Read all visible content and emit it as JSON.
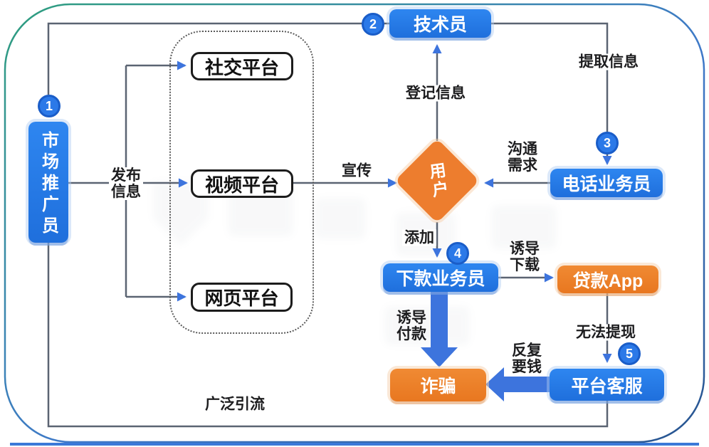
{
  "diagram": {
    "title_hint": "loan-fraud-flowchart",
    "nodes": {
      "market_promoter": {
        "label": "市场推广员",
        "badge": "1",
        "style": "blue"
      },
      "technician": {
        "label": "技术员",
        "badge": "2",
        "style": "blue"
      },
      "social_platform": {
        "label": "社交平台",
        "style": "outline"
      },
      "video_platform": {
        "label": "视频平台",
        "style": "outline"
      },
      "web_platform": {
        "label": "网页平台",
        "style": "outline"
      },
      "user": {
        "label": "用户",
        "style": "orange-diamond"
      },
      "phone_salesman": {
        "label": "电话业务员",
        "badge": "3",
        "style": "blue"
      },
      "loan_salesman": {
        "label": "下款业务员",
        "badge": "4",
        "style": "blue"
      },
      "loan_app": {
        "label": "贷款App",
        "style": "orange"
      },
      "platform_support": {
        "label": "平台客服",
        "badge": "5",
        "style": "blue"
      },
      "fraud": {
        "label": "诈骗",
        "style": "orange"
      }
    },
    "edge_labels": {
      "publish_info": "发布\n信息",
      "promote": "宣传",
      "register_info": "登记信息",
      "extract_info": "提取信息",
      "communicate_needs": "沟通\n需求",
      "add": "添加",
      "induce_download": "诱导\n下载",
      "cannot_withdraw": "无法提现",
      "induce_payment": "诱导\n付款",
      "repeat_demand": "反复\n要钱",
      "wide_traffic": "广泛引流"
    }
  },
  "colors": {
    "accent_blue": "#2277E8",
    "accent_blue_dark": "#1A5DC8",
    "accent_orange": "#ED7D2E",
    "line_gray": "#5B6472",
    "arrow_blue": "#3D74DD",
    "text_dark": "#1D1D1F",
    "frame_teal": "#2E9E7E",
    "frame_navy": "#27548F",
    "bottom_bar": "#3B79D8"
  }
}
